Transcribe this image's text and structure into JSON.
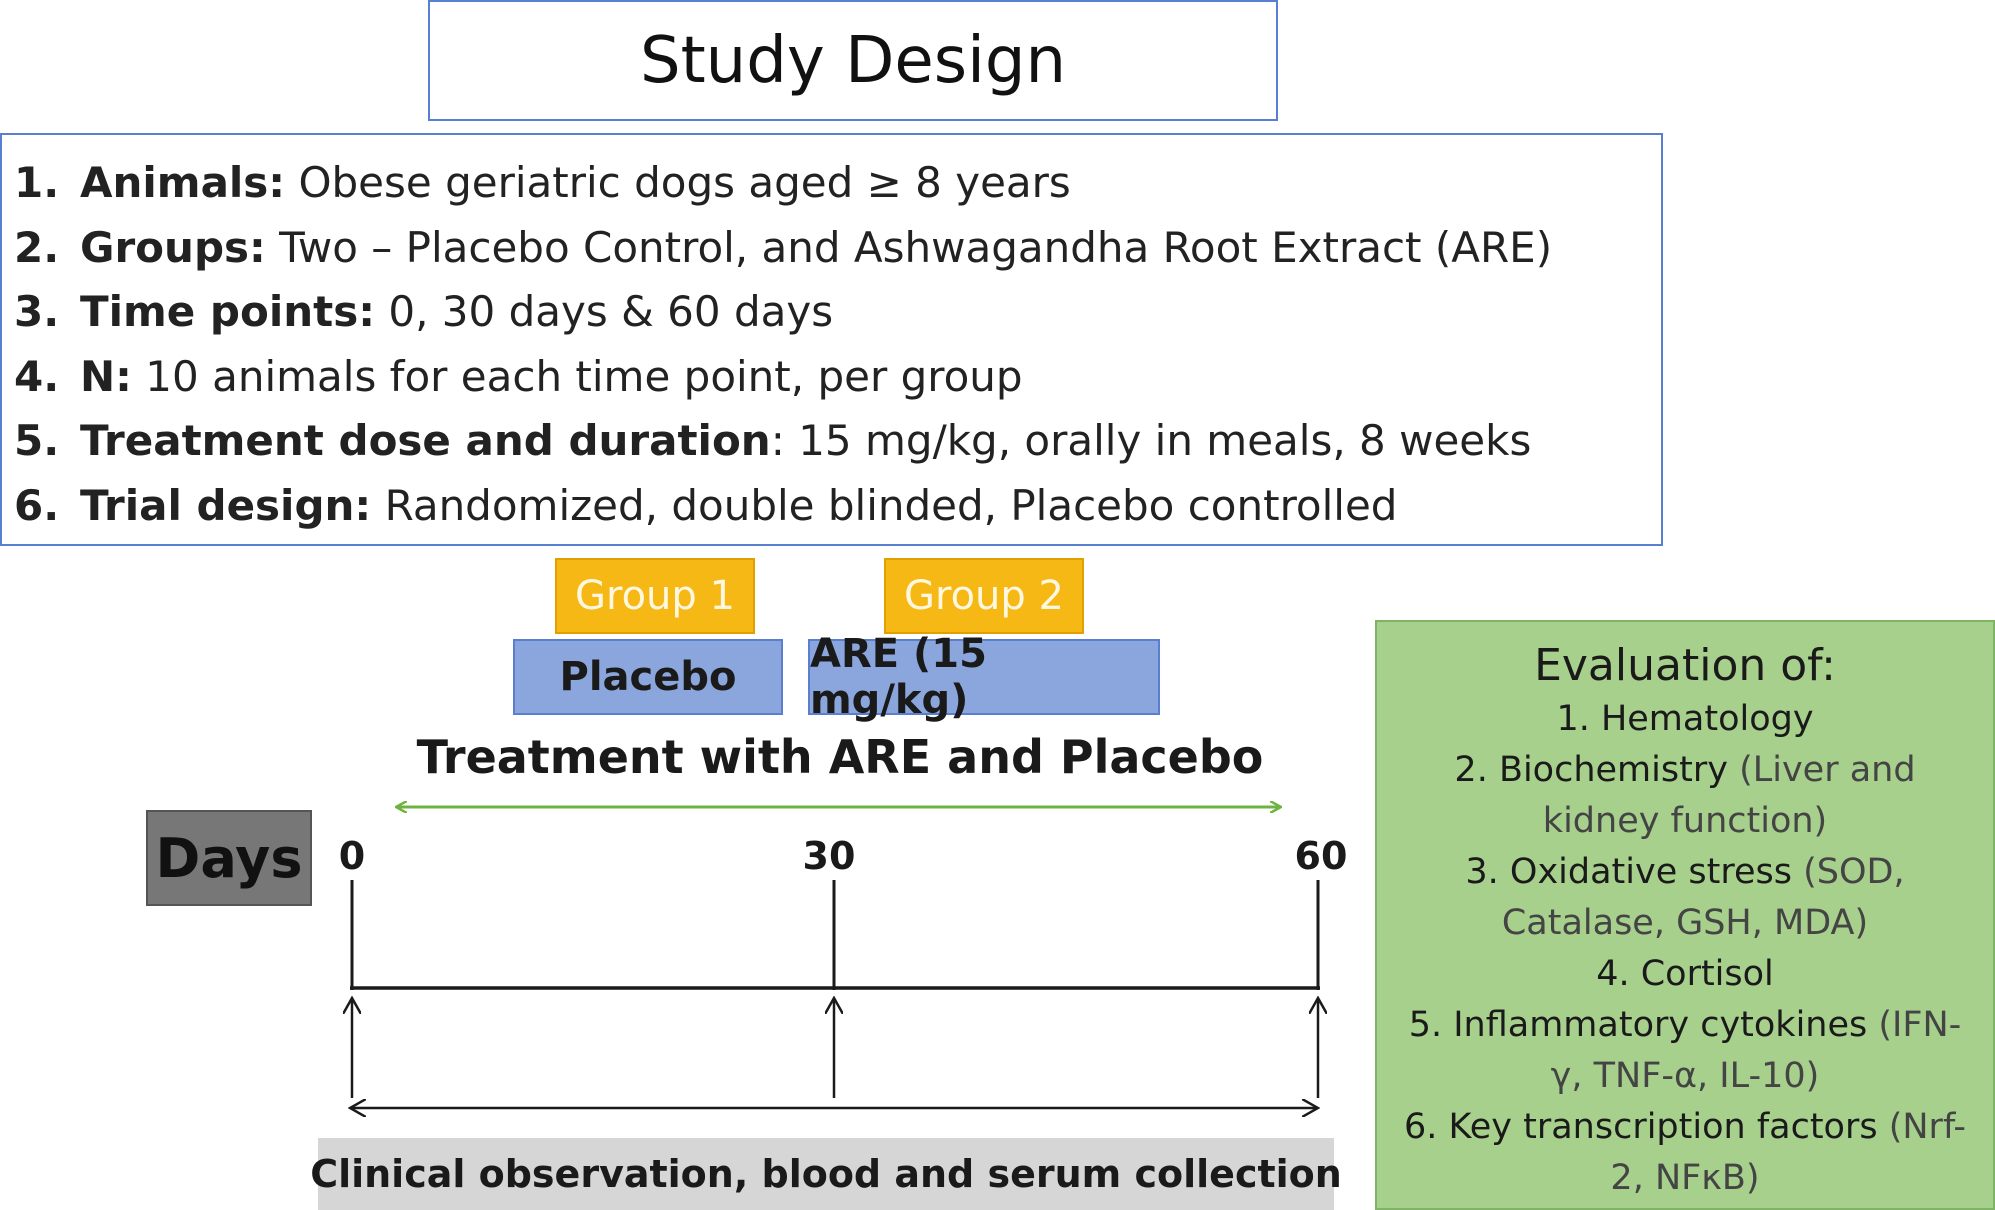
{
  "title": "Study Design",
  "criteria": [
    {
      "num": "1.",
      "key": "Animals:",
      "value": " Obese geriatric dogs aged ≥ 8 years"
    },
    {
      "num": "2.",
      "key": "Groups:",
      "value": " Two – Placebo Control, and Ashwagandha Root Extract (ARE)"
    },
    {
      "num": "3.",
      "key": "Time points:",
      "value": " 0, 30 days & 60 days"
    },
    {
      "num": "4.",
      "key": "N:",
      "value": " 10 animals for each time point, per group"
    },
    {
      "num": "5.",
      "key": "Treatment dose and duration",
      "value": ": 15 mg/kg, orally in meals, 8 weeks"
    },
    {
      "num": "6.",
      "key": "Trial design:",
      "value": " Randomized, double blinded, Placebo controlled"
    }
  ],
  "groups": [
    {
      "tag": "Group 1",
      "arm": "Placebo"
    },
    {
      "tag": "Group 2",
      "arm": "ARE (15 mg/kg)"
    }
  ],
  "treatment_label": "Treatment with ARE and Placebo",
  "timeline": {
    "axis_label": "Days",
    "ticks": [
      "0",
      "30",
      "60"
    ],
    "colors": {
      "treatment_arrow": "#6db33f",
      "axis": "#1a1a1a"
    }
  },
  "collection_label": "Clinical observation, blood and serum collection",
  "evaluation": {
    "title": "Evaluation of:",
    "items": [
      {
        "key": "1. Hematology",
        "detail": ""
      },
      {
        "key": "2. Biochemistry",
        "detail": " (Liver and kidney function)"
      },
      {
        "key": "3. Oxidative stress",
        "detail": " (SOD, Catalase, GSH, MDA)"
      },
      {
        "key": "4. Cortisol",
        "detail": ""
      },
      {
        "key": "5. Inflammatory cytokines",
        "detail": " (IFN-γ, TNF-α, IL-10)"
      },
      {
        "key": "6. Key transcription factors",
        "detail": " (Nrf-2, NFκB)"
      }
    ]
  },
  "colors": {
    "frame_blue": "#5b7fd0",
    "group_tag": "#f6b815",
    "arm_box": "#8aa6dc",
    "eval_box": "#a8d08d",
    "days_box": "#777777",
    "collection_bar": "#d6d6d6"
  }
}
